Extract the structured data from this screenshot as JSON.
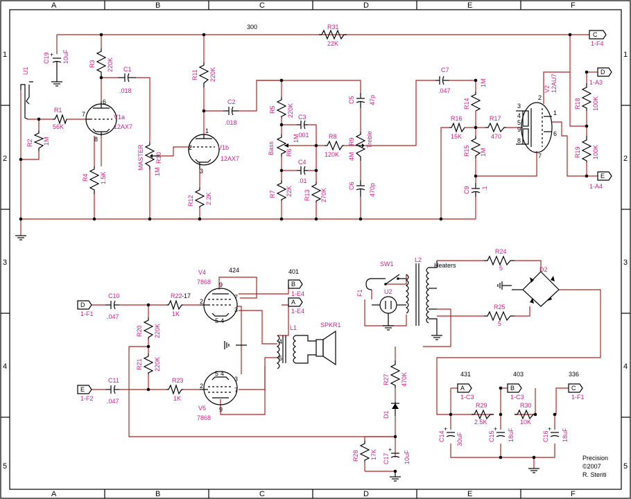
{
  "grid": {
    "cols": [
      "A",
      "B",
      "C",
      "D",
      "E",
      "F"
    ],
    "rows": [
      "1",
      "2",
      "3",
      "4",
      "5"
    ]
  },
  "nodes": {
    "n300": "300",
    "n424": "424",
    "n401": "401",
    "n431": "431",
    "n403": "403",
    "n336": "336",
    "n17": "-17"
  },
  "offpage": {
    "c_top": {
      "letter": "C",
      "ref": "1-F4"
    },
    "d_right": {
      "letter": "D",
      "ref": "1-A3"
    },
    "e_right": {
      "letter": "E",
      "ref": "1-A4"
    },
    "d_left": {
      "letter": "D",
      "ref": "1-F1"
    },
    "e_left": {
      "letter": "E",
      "ref": "1-F2"
    },
    "b_out": {
      "letter": "B",
      "ref": "1-E4"
    },
    "a_out": {
      "letter": "A",
      "ref": "1-E4"
    },
    "a_sup": {
      "letter": "A",
      "ref": "1-C3"
    },
    "b_sup": {
      "letter": "B",
      "ref": "1-C3"
    },
    "c_sup": {
      "letter": "C",
      "ref": "1-F1"
    }
  },
  "components": {
    "U1": {
      "name": "U1"
    },
    "R1": {
      "name": "R1",
      "value": "56K"
    },
    "R2": {
      "name": "R2",
      "value": "1M"
    },
    "C19": {
      "name": "C19",
      "value": "10uF"
    },
    "R3": {
      "name": "R3",
      "value": "220K"
    },
    "C1": {
      "name": "C1",
      "value": ".018"
    },
    "V1a": {
      "name": "V1a",
      "value": "12AX7"
    },
    "R4": {
      "name": "R4",
      "value": "1.5K"
    },
    "R10": {
      "name": "R10",
      "value": "1M",
      "label": "MASTER"
    },
    "R11": {
      "name": "R11",
      "value": "220K"
    },
    "C2": {
      "name": "C2",
      "value": ".018"
    },
    "V1b": {
      "name": "V1b",
      "value": "12AX7"
    },
    "R12": {
      "name": "R12",
      "value": "2.2K"
    },
    "R5": {
      "name": "R5",
      "value": "220K"
    },
    "C3": {
      "name": "C3",
      "value": ".001"
    },
    "R6": {
      "name": "R6",
      "value": "1M",
      "label": "Bass"
    },
    "C4": {
      "name": "C4",
      "value": ".01"
    },
    "R7": {
      "name": "R7",
      "value": "22K"
    },
    "R13": {
      "name": "R13",
      "value": "270K"
    },
    "R8": {
      "name": "R8",
      "value": "120K"
    },
    "R9": {
      "name": "R9",
      "value": "4M",
      "label": "Treble"
    },
    "C5": {
      "name": "C5",
      "value": "47p"
    },
    "C6": {
      "name": "C6",
      "value": "470p"
    },
    "R31": {
      "name": "R31",
      "value": "22K"
    },
    "C7": {
      "name": "C7",
      "value": ".047"
    },
    "R14": {
      "name": "R14",
      "value": "1M"
    },
    "R15": {
      "name": "R15",
      "value": "1M"
    },
    "R16": {
      "name": "R16",
      "value": "15K"
    },
    "R17": {
      "name": "R17",
      "value": "470"
    },
    "C9": {
      "name": "C9",
      "value": ".1"
    },
    "V2": {
      "name": "V2",
      "value": "12AU7"
    },
    "R18": {
      "name": "R18",
      "value": "100K"
    },
    "R19": {
      "name": "R19",
      "value": "100K"
    },
    "C10": {
      "name": "C10",
      "value": ".047"
    },
    "C11": {
      "name": "C11",
      "value": ".047"
    },
    "R20": {
      "name": "R20",
      "value": "220K"
    },
    "R21": {
      "name": "R21",
      "value": "220K"
    },
    "R22": {
      "name": "R22",
      "value": "1K"
    },
    "R23": {
      "name": "R23",
      "value": "1K"
    },
    "V4": {
      "name": "V4",
      "value": "7868"
    },
    "V5": {
      "name": "V5",
      "value": "7868"
    },
    "L1": {
      "name": "L1"
    },
    "SPKR1": {
      "name": "SPKR1"
    },
    "SW1": {
      "name": "SW1"
    },
    "F1": {
      "name": "F1"
    },
    "U2": {
      "name": "U2"
    },
    "L2": {
      "name": "L2",
      "label": "Heaters"
    },
    "R24": {
      "name": "R24",
      "value": "5"
    },
    "R25": {
      "name": "R25",
      "value": "5"
    },
    "D2": {
      "name": "D2"
    },
    "R27": {
      "name": "R27",
      "value": "470K"
    },
    "D1": {
      "name": "D1"
    },
    "R28": {
      "name": "R28",
      "value": "17K"
    },
    "C17": {
      "name": "C17",
      "value": "10uF"
    },
    "R29": {
      "name": "R29",
      "value": "2.5K"
    },
    "R30": {
      "name": "R30",
      "value": "10K"
    },
    "C14": {
      "name": "C14",
      "value": "30uF"
    },
    "C15": {
      "name": "C15",
      "value": "18uF"
    },
    "C16": {
      "name": "C16",
      "value": "18uF"
    }
  },
  "pins": {
    "v1a_6": "6",
    "v1a_7": "7",
    "v1a_8": "8",
    "v1b_1": "1",
    "v1b_2": "2",
    "v1b_3": "3",
    "v2_1": "1",
    "v2_2": "2",
    "v2_3": "3",
    "v2_4": "4",
    "v2_5": "5",
    "v2_9": "9",
    "v2_8": "8",
    "v2_6": "6",
    "v2_7": "7",
    "v4_9": "9",
    "v4_2": "2",
    "v4_3": "3",
    "v4_7": "7",
    "v4_5": "5",
    "v4_4": "4",
    "v5_5": "5",
    "v5_4": "4",
    "v5_2": "2",
    "v5_3": "3",
    "v5_7": "7",
    "v5_9": "9",
    "l1_4": "4",
    "l1_5": "5"
  },
  "title_block": {
    "line1": "Precision",
    "line2": "©2007",
    "line3": "R. Steriti"
  }
}
